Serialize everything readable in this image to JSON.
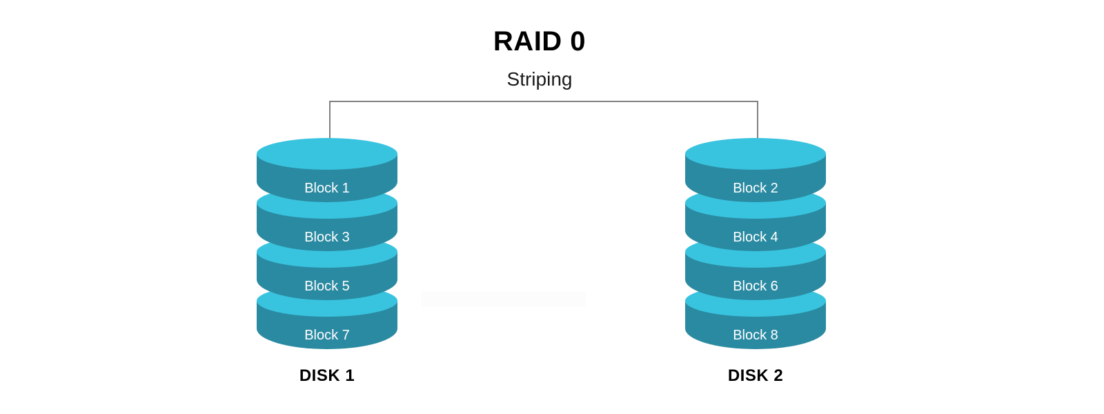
{
  "diagram": {
    "title": "RAID 0",
    "subtitle": "Striping",
    "colors": {
      "disk_top": "#38c3df",
      "disk_body": "#2a8aa1",
      "connector": "#808080",
      "label_text": "#ffffff",
      "heading_text": "#000000",
      "background": "#ffffff"
    },
    "disks": [
      {
        "caption": "DISK 1",
        "blocks": [
          "Block 1",
          "Block 3",
          "Block 5",
          "Block 7"
        ]
      },
      {
        "caption": "DISK 2",
        "blocks": [
          "Block 2",
          "Block 4",
          "Block 6",
          "Block 8"
        ]
      }
    ]
  }
}
